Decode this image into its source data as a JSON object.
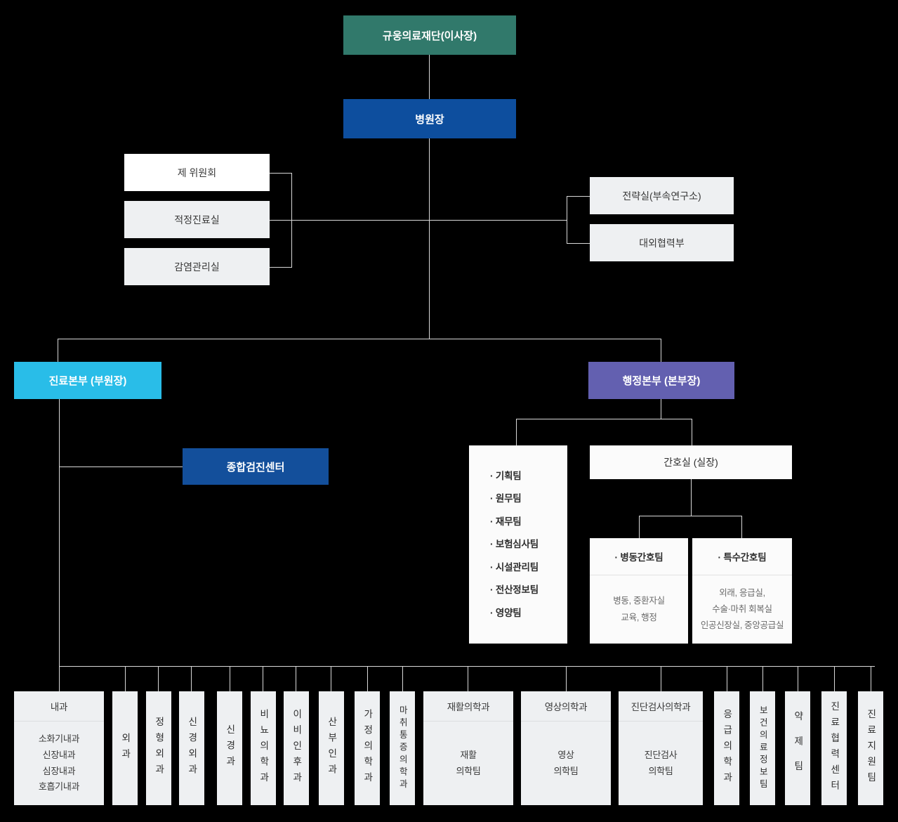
{
  "org": {
    "foundation": {
      "label": "규웅의료재단(이사장)"
    },
    "director": {
      "label": "병원장"
    },
    "left_committees": [
      {
        "label": "제 위원회"
      },
      {
        "label": "적정진료실"
      },
      {
        "label": "감염관리실"
      }
    ],
    "right_offices": [
      {
        "label": "전략실(부속연구소)"
      },
      {
        "label": "대외협력부"
      }
    ],
    "medical_division": {
      "label": "진료본부 (부원장)"
    },
    "admin_division": {
      "label": "행정본부 (본부장)"
    },
    "screening_center": {
      "label": "종합검진센터"
    },
    "admin_teams": [
      "· 기획팀",
      "· 원무팀",
      "· 재무팀",
      "· 보험심사팀",
      "· 시설관리팀",
      "· 전산정보팀",
      "· 영양팀"
    ],
    "nursing_office": {
      "label": "간호실 (실장)"
    },
    "nursing_teams": [
      {
        "title": "· 병동간호팀",
        "details": [
          "병동, 중환자실",
          "교육, 행정"
        ]
      },
      {
        "title": "· 특수간호팀",
        "details": [
          "외래, 응급실,",
          "수술·마취 회복실",
          "인공신장실, 중앙공급실"
        ]
      }
    ],
    "departments": [
      {
        "type": "card",
        "title": "내과",
        "items": [
          "소화기내과",
          "신장내과",
          "심장내과",
          "호흡기내과"
        ]
      },
      {
        "type": "vertical",
        "title": "외과"
      },
      {
        "type": "vertical",
        "title": "정형외과"
      },
      {
        "type": "vertical",
        "title": "신경외과"
      },
      {
        "type": "vertical",
        "title": "신경과"
      },
      {
        "type": "vertical",
        "title": "비뇨의학과"
      },
      {
        "type": "vertical",
        "title": "이비인후과"
      },
      {
        "type": "vertical",
        "title": "산부인과"
      },
      {
        "type": "vertical",
        "title": "가정의학과"
      },
      {
        "type": "vertical",
        "title": "마취통증의학과"
      },
      {
        "type": "card",
        "title": "재활의학과",
        "items": [
          "재활",
          "의학팀"
        ]
      },
      {
        "type": "card",
        "title": "영상의학과",
        "items": [
          "영상",
          "의학팀"
        ]
      },
      {
        "type": "card",
        "title": "진단검사의학과",
        "items": [
          "진단검사",
          "의학팀"
        ]
      },
      {
        "type": "vertical",
        "title": "응급의학과"
      },
      {
        "type": "vertical",
        "title": "보건의료정보팀"
      },
      {
        "type": "vertical",
        "title": "약제팀"
      },
      {
        "type": "vertical",
        "title": "진료협력센터"
      },
      {
        "type": "vertical",
        "title": "진료지원팀"
      }
    ]
  },
  "colors": {
    "foundation": "#31796b",
    "director": "#0d4e9e",
    "medical": "#29bde8",
    "admin": "#6360b0",
    "screening": "#134f9b",
    "box_gray": "#eef0f2",
    "line": "#d8d8d8",
    "background": "#000000"
  }
}
